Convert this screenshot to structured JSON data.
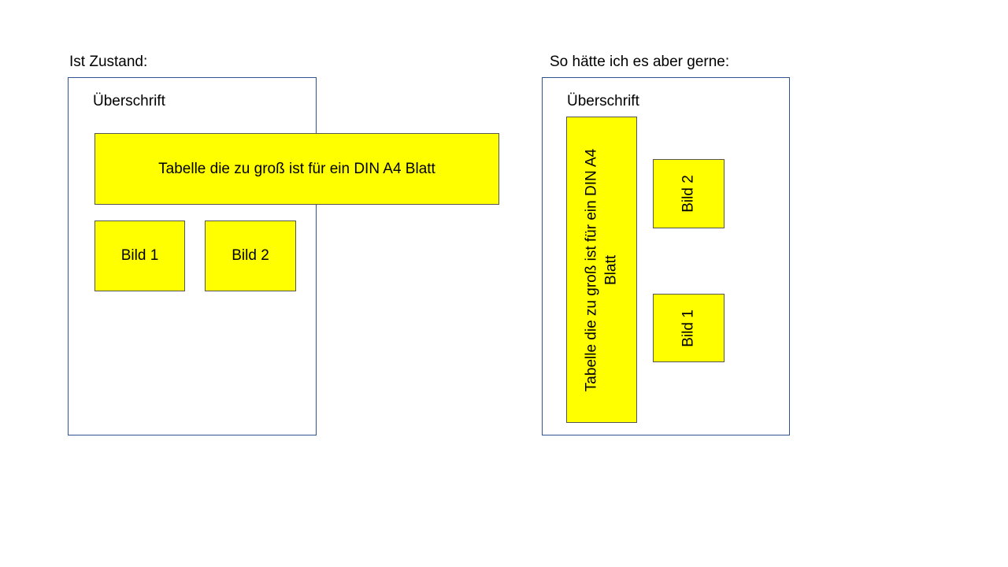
{
  "left": {
    "heading": "Ist Zustand:",
    "title": "Überschrift",
    "table": "Tabelle die zu groß ist für ein DIN A4 Blatt",
    "image1": "Bild 1",
    "image2": "Bild 2"
  },
  "right": {
    "heading": "So hätte ich es aber gerne:",
    "title": "Überschrift",
    "table_line1": "Tabelle die zu groß ist für ein DIN A4",
    "table_line2": "Blatt",
    "image1": "Bild 1",
    "image2": "Bild 2"
  },
  "colors": {
    "box_fill": "#ffff00",
    "page_border": "#2f528f"
  }
}
